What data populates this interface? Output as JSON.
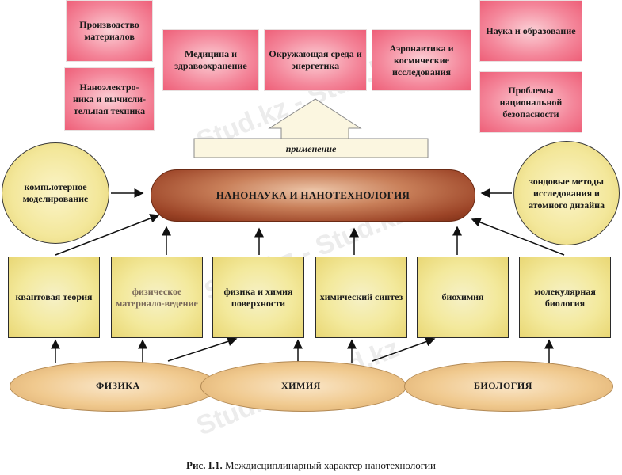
{
  "applications": {
    "production": "Производство материалов",
    "nanoelectronics": "Наноэлектро-\nника и вычисли-\nтельная техника",
    "medicine": "Медицина и здравоохранение",
    "environment": "Окружающая среда и энергетика",
    "aeronautics": "Аэронавтика и космические исследования",
    "science": "Наука и образование",
    "security": "Проблемы национальной безопасности"
  },
  "application_label": "применение",
  "center_label": "НАНОНАУКА И НАНОТЕХНОЛОГИЯ",
  "side": {
    "left": "компьютерное моделирование",
    "right": "зондовые методы исследования и атомного дизайна"
  },
  "fields": [
    "квантовая теория",
    "физическое материало-ведение",
    "физика и химия поверхности",
    "химический синтез",
    "биохимия",
    "молекулярная биология"
  ],
  "base": {
    "physics": "ФИЗИКА",
    "chemistry": "ХИМИЯ",
    "biology": "БИОЛОГИЯ"
  },
  "caption": {
    "label": "Рис. I.1.",
    "text": " Междисциплинарный характер нанотехнологии"
  },
  "watermark": "Stud.kz - Stud.kz",
  "colors": {
    "application_red": "#f4869a",
    "field_yellow": "#f3e99c",
    "center_brown": "#a04a2e",
    "base_tan": "#f0c98e"
  }
}
